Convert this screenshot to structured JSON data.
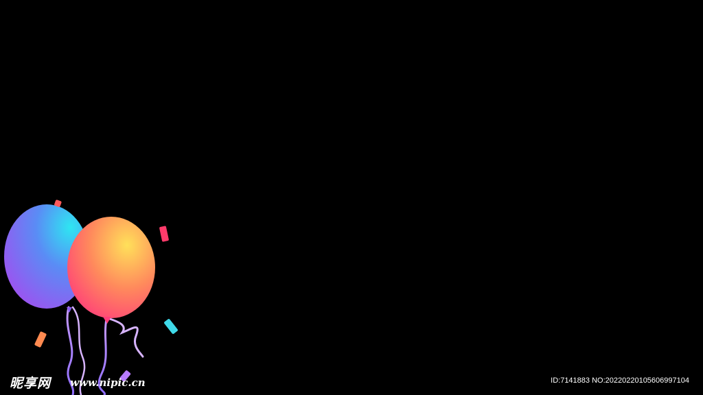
{
  "watermark": {
    "site_name": "昵享网",
    "site_url": "www.nipic.cn",
    "image_id_text": "ID:7141883 NO:20220220105606997104"
  },
  "scene": {
    "background_color": "#000000",
    "balloons": [
      {
        "name": "blue-purple-balloon",
        "colors": [
          "#2ee6f2",
          "#5a8cf5",
          "#9a55f0"
        ]
      },
      {
        "name": "orange-pink-balloon",
        "colors": [
          "#ffe05a",
          "#ff8a5c",
          "#ff3d7a"
        ]
      }
    ],
    "confetti_colors": [
      "#ff3b6b",
      "#ff8a50",
      "#3fd9e8",
      "#b77cff",
      "#ff5a5a"
    ]
  }
}
